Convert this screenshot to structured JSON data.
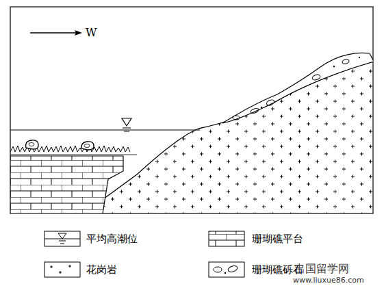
{
  "diagram": {
    "labels": [
      "W",
      "出国留学网",
      "www.liuxue86.com"
    ],
    "legend": [
      {
        "text": "平均高潮位"
      },
      {
        "text": "珊瑚礁平台"
      },
      {
        "text": "花岗岩"
      },
      {
        "text": "珊瑚礁砾石"
      }
    ]
  }
}
